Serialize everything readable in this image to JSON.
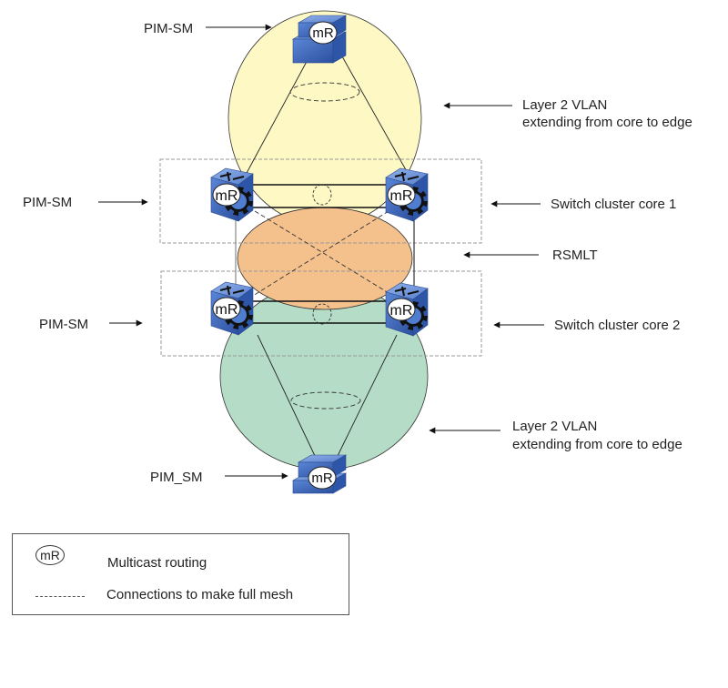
{
  "diagram": {
    "router_badge": "mR",
    "labels": {
      "top_pim": "PIM-SM",
      "core1_pim": "PIM-SM",
      "core2_pim": "PIM-SM",
      "bottom_pim": "PIM_SM",
      "top_vlan_line1": "Layer 2 VLAN",
      "top_vlan_line2": "extending from core to edge",
      "core1": "Switch cluster core 1",
      "rsmlt": "RSMLT",
      "core2": "Switch cluster core 2",
      "bottom_vlan_line1": "Layer 2 VLAN",
      "bottom_vlan_line2": "extending from core to edge"
    },
    "colors": {
      "top_vlan": "#fdf8c4",
      "rsmlt": "#f4c08c",
      "bottom_vlan": "#b4dcc6",
      "switch_blue": "#3d6cc4"
    },
    "nodes": [
      {
        "id": "edge-top",
        "type": "edge-switch",
        "badge": "mR"
      },
      {
        "id": "core1-left",
        "type": "core-switch",
        "badge": "mR"
      },
      {
        "id": "core1-right",
        "type": "core-switch",
        "badge": "mR"
      },
      {
        "id": "core2-left",
        "type": "core-switch",
        "badge": "mR"
      },
      {
        "id": "core2-right",
        "type": "core-switch",
        "badge": "mR"
      },
      {
        "id": "edge-bottom",
        "type": "edge-switch",
        "badge": "mR"
      }
    ]
  },
  "legend": {
    "items": [
      {
        "symbol": "mR",
        "label": "Multicast routing"
      },
      {
        "symbol": "dashed-line",
        "label": "Connections to make full mesh"
      }
    ]
  }
}
